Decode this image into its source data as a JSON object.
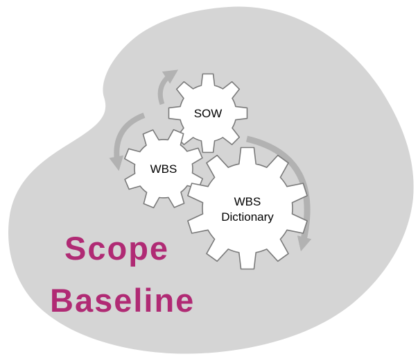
{
  "title": {
    "line1": "Scope",
    "line2": "Baseline"
  },
  "gears": {
    "sow": {
      "label": "SOW"
    },
    "wbs": {
      "label": "WBS"
    },
    "wbs_dictionary": {
      "label_line1": "WBS",
      "label_line2": "Dictionary"
    }
  },
  "colors": {
    "blob": "#d5d5d5",
    "gear_fill": "#ffffff",
    "gear_stroke": "#7a7a7a",
    "arrow": "#b2b2b2",
    "title_text": "#b02a74",
    "label_text": "#000000"
  }
}
